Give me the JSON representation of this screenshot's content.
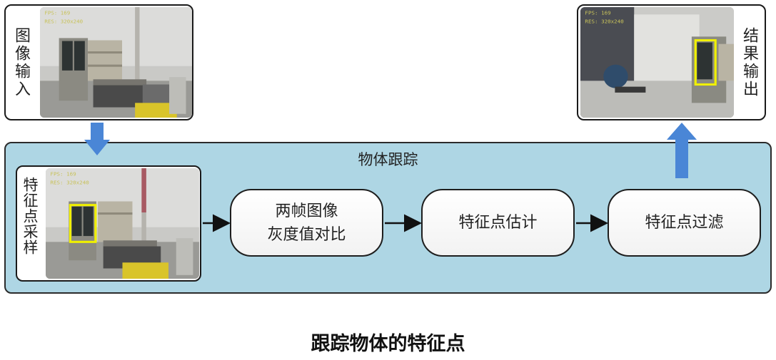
{
  "diagram": {
    "input_label": "图像输入",
    "output_label": "结果输出",
    "panel_title": "物体跟踪",
    "sampling_label": "特征点采样",
    "steps": [
      {
        "label": "两帧图像\n灰度值对比"
      },
      {
        "label": "特征点估计"
      },
      {
        "label": "特征点过滤"
      }
    ],
    "caption": "跟踪物体的特征点"
  },
  "colors": {
    "panel_fill": "#aed6e4",
    "arrow_blue": "#4a86d6",
    "tracking_box": "#f0f000"
  }
}
